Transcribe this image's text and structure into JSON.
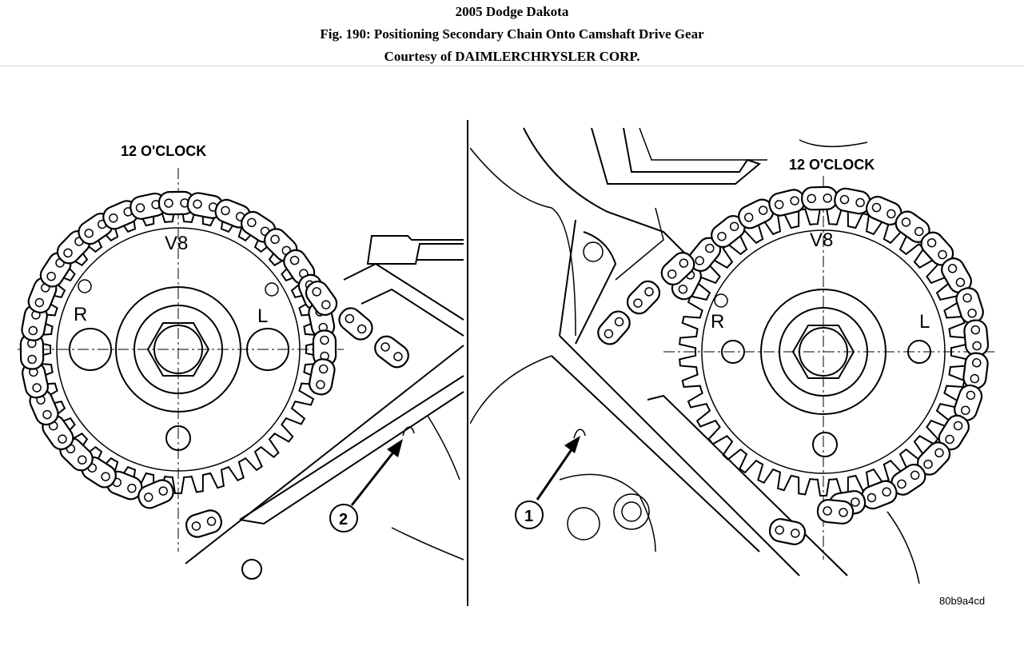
{
  "header": {
    "line1": "2005 Dodge Dakota",
    "line2": "Fig. 190: Positioning Secondary Chain Onto Camshaft Drive Gear",
    "line3": "Courtesy of DAIMLERCHRYSLER CORP."
  },
  "left_panel": {
    "clock_label": "12 O'CLOCK",
    "gear_label": "V8",
    "label_r": "R",
    "label_l": "L",
    "callout": "2"
  },
  "right_panel": {
    "clock_label": "12 O'CLOCK",
    "gear_label": "V8",
    "label_r": "R",
    "label_l": "L",
    "callout": "1"
  },
  "image_code": "80b9a4cd"
}
